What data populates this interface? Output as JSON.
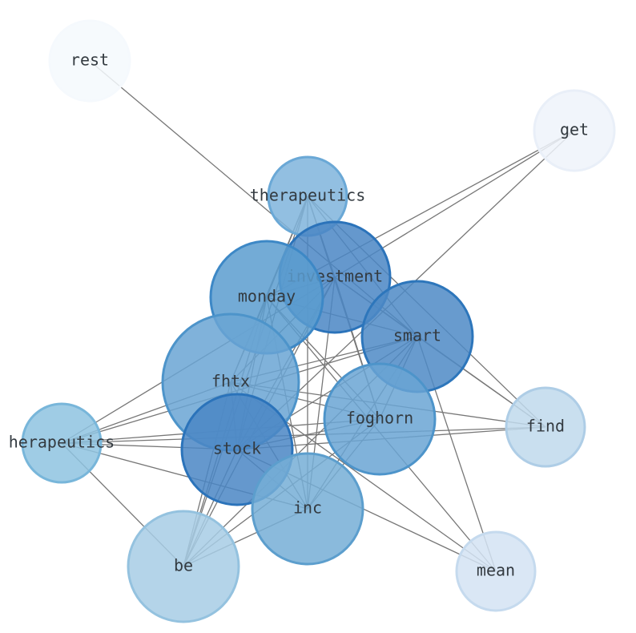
{
  "nodes": [
    {
      "id": "rest",
      "label": "rest",
      "color": "#f5f9fd",
      "stroke": "#f5f9fd"
    },
    {
      "id": "get",
      "label": "get",
      "color": "#eef3fa",
      "stroke": "#e9eff8"
    },
    {
      "id": "therapeutics",
      "label": "therapeutics",
      "color": "#7fb4dc",
      "stroke": "#6aa8d6"
    },
    {
      "id": "investment",
      "label": "investment",
      "color": "#4a86c4",
      "stroke": "#2b73ba"
    },
    {
      "id": "monday",
      "label": "monday",
      "color": "#5b9ccf",
      "stroke": "#3d88c6"
    },
    {
      "id": "smart",
      "label": "smart",
      "color": "#4d8ac6",
      "stroke": "#2d76bb"
    },
    {
      "id": "fhtx",
      "label": "fhtx",
      "color": "#6aa5d3",
      "stroke": "#4d94ca"
    },
    {
      "id": "foghorn",
      "label": "foghorn",
      "color": "#6aa5d3",
      "stroke": "#4d94ca"
    },
    {
      "id": "find",
      "label": "find",
      "color": "#c0d9ec",
      "stroke": "#aecde6"
    },
    {
      "id": "herapeutics",
      "label": "herapeutics",
      "color": "#8ec3e1",
      "stroke": "#78b6da"
    },
    {
      "id": "stock",
      "label": "stock",
      "color": "#4a86c4",
      "stroke": "#2b73ba"
    },
    {
      "id": "inc",
      "label": "inc",
      "color": "#76aed6",
      "stroke": "#5c9ecd"
    },
    {
      "id": "be",
      "label": "be",
      "color": "#a7cde5",
      "stroke": "#94c2df"
    },
    {
      "id": "mean",
      "label": "mean",
      "color": "#d3e3f3",
      "stroke": "#c5daee"
    }
  ],
  "edges": [
    [
      "rest",
      "smart"
    ],
    [
      "get",
      "monday"
    ],
    [
      "get",
      "investment"
    ],
    [
      "get",
      "stock"
    ],
    [
      "therapeutics",
      "investment"
    ],
    [
      "therapeutics",
      "monday"
    ],
    [
      "therapeutics",
      "smart"
    ],
    [
      "therapeutics",
      "fhtx"
    ],
    [
      "therapeutics",
      "stock"
    ],
    [
      "therapeutics",
      "inc"
    ],
    [
      "therapeutics",
      "be"
    ],
    [
      "therapeutics",
      "foghorn"
    ],
    [
      "therapeutics",
      "find"
    ],
    [
      "investment",
      "monday"
    ],
    [
      "investment",
      "smart"
    ],
    [
      "investment",
      "fhtx"
    ],
    [
      "investment",
      "stock"
    ],
    [
      "investment",
      "inc"
    ],
    [
      "investment",
      "foghorn"
    ],
    [
      "investment",
      "find"
    ],
    [
      "investment",
      "be"
    ],
    [
      "investment",
      "herapeutics"
    ],
    [
      "monday",
      "smart"
    ],
    [
      "monday",
      "fhtx"
    ],
    [
      "monday",
      "stock"
    ],
    [
      "monday",
      "inc"
    ],
    [
      "monday",
      "foghorn"
    ],
    [
      "monday",
      "mean"
    ],
    [
      "monday",
      "be"
    ],
    [
      "smart",
      "fhtx"
    ],
    [
      "smart",
      "stock"
    ],
    [
      "smart",
      "foghorn"
    ],
    [
      "smart",
      "inc"
    ],
    [
      "smart",
      "herapeutics"
    ],
    [
      "smart",
      "mean"
    ],
    [
      "smart",
      "find"
    ],
    [
      "smart",
      "be"
    ],
    [
      "fhtx",
      "stock"
    ],
    [
      "fhtx",
      "foghorn"
    ],
    [
      "fhtx",
      "inc"
    ],
    [
      "fhtx",
      "find"
    ],
    [
      "fhtx",
      "herapeutics"
    ],
    [
      "fhtx",
      "be"
    ],
    [
      "fhtx",
      "mean"
    ],
    [
      "foghorn",
      "stock"
    ],
    [
      "foghorn",
      "inc"
    ],
    [
      "foghorn",
      "be"
    ],
    [
      "foghorn",
      "herapeutics"
    ],
    [
      "stock",
      "inc"
    ],
    [
      "stock",
      "be"
    ],
    [
      "stock",
      "herapeutics"
    ],
    [
      "stock",
      "mean"
    ],
    [
      "stock",
      "find"
    ],
    [
      "inc",
      "be"
    ],
    [
      "inc",
      "herapeutics"
    ],
    [
      "herapeutics",
      "be"
    ],
    [
      "herapeutics",
      "find"
    ]
  ]
}
